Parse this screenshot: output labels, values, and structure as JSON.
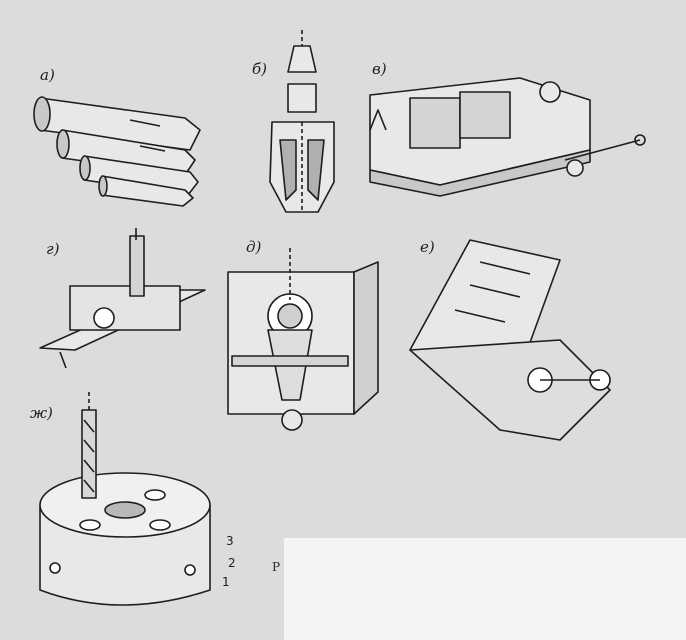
{
  "labels": {
    "a": "а)",
    "b": "б)",
    "v": "в)",
    "g": "г)",
    "d": "д)",
    "e": "е)",
    "zh": "ж)"
  },
  "parts": [
    "3",
    "2",
    "1"
  ],
  "caption": "Р",
  "colors": {
    "ink": "#1e1e1e",
    "paper": "#dcdcda",
    "patch": "#f4f4f2"
  }
}
